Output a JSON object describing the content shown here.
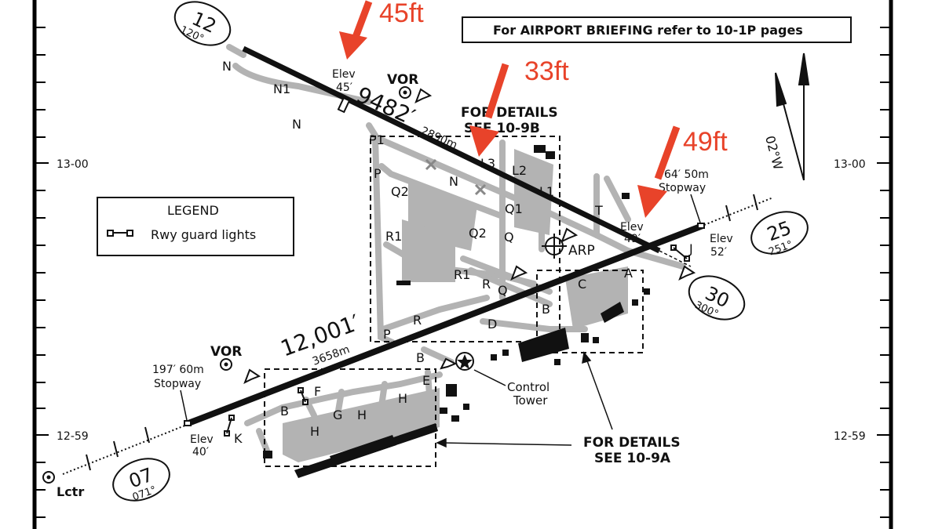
{
  "briefing_note": "For AIRPORT BRIEFING refer to 10-1P pages",
  "legend": {
    "title": "LEGEND",
    "guard_lights_label": "Rwy guard lights"
  },
  "grid_labels": {
    "lat_upper": "13-00",
    "lat_lower": "12-59"
  },
  "variation": "02°W",
  "runways": {
    "r12": {
      "number": "12",
      "heading": "120°"
    },
    "r30": {
      "number": "30",
      "heading": "300°"
    },
    "r07": {
      "number": "07",
      "heading": "071°"
    },
    "r25": {
      "number": "25",
      "heading": "251°"
    },
    "length_upper_ft": "9482′",
    "length_upper_m": "2890m",
    "length_lower_ft": "12,001′",
    "length_lower_m": "3658m"
  },
  "elevations": {
    "e45": {
      "label": "Elev",
      "value": "45′"
    },
    "e49": {
      "label": "Elev",
      "value": "49′"
    },
    "e52": {
      "label": "Elev",
      "value": "52′"
    },
    "e40": {
      "label": "Elev",
      "value": "40′"
    }
  },
  "stopways": {
    "east": {
      "distance": "64′ 50m",
      "label": "Stopway"
    },
    "west": {
      "distance": "197′ 60m",
      "label": "Stopway"
    }
  },
  "navaids": {
    "vor_north": "VOR",
    "vor_west": "VOR",
    "arp": "ARP",
    "lctr": "Lctr"
  },
  "control_tower": {
    "line1": "Control",
    "line2": "Tower"
  },
  "details": {
    "d9b": {
      "line1": "FOR DETAILS",
      "line2": "SEE 10-9B"
    },
    "d9a": {
      "line1": "FOR DETAILS",
      "line2": "SEE 10-9A"
    }
  },
  "annotations": {
    "a45": "45ft",
    "a33": "33ft",
    "a49": "49ft"
  },
  "taxiways": {
    "N_a": "N",
    "N1": "N1",
    "N_b": "N",
    "P1": "P1",
    "P_a": "P",
    "Q2_a": "Q2",
    "N_c": "N",
    "L3": "L3",
    "L2": "L2",
    "L1": "L1",
    "Q1": "Q1",
    "Q2_b": "Q2",
    "Q_a": "Q",
    "R1_a": "R1",
    "R1_b": "R1",
    "R_a": "R",
    "Q_b": "Q",
    "R_b": "R",
    "P_b": "P",
    "D": "D",
    "B_a": "B",
    "T": "T",
    "A": "A",
    "C": "C",
    "J": "J",
    "B_b": "B",
    "E": "E",
    "F": "F",
    "B_c": "B",
    "G": "G",
    "H_a": "H",
    "H_b": "H",
    "H_c": "H",
    "K": "K"
  },
  "colors": {
    "runway": "#111111",
    "taxiway": "#b3b3b3",
    "annotation": "#e8432a"
  }
}
